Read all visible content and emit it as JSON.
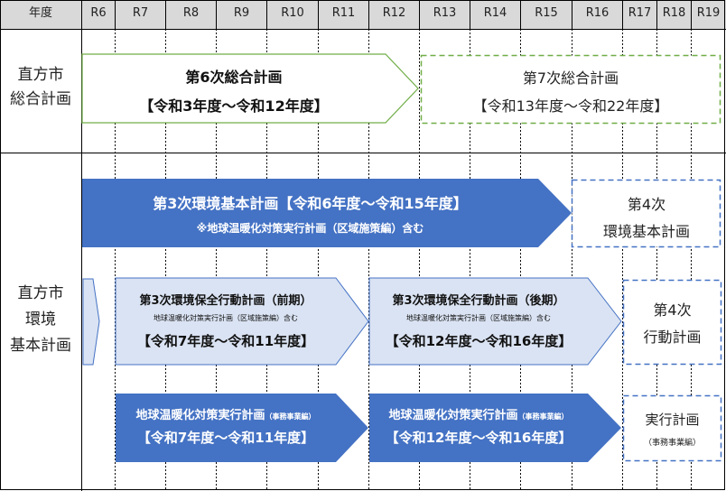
{
  "header": {
    "year_label": "年度",
    "years": [
      "R6",
      "R7",
      "R8",
      "R9",
      "R10",
      "R11",
      "R12",
      "R13",
      "R14",
      "R15",
      "R16",
      "R17",
      "R18",
      "R19"
    ]
  },
  "rows": {
    "sogo_label": [
      "直方市",
      "総合計画"
    ],
    "kankyo_label": [
      "直方市",
      "環境",
      "基本計画"
    ]
  },
  "sogo": {
    "plan6_title": "第6次総合計画",
    "plan6_period": "【令和3年度～令和12年度】",
    "plan7_title": "第7次総合計画",
    "plan7_period": "【令和13年度～令和22年度】"
  },
  "kankyo": {
    "basic3_title": "第3次環境基本計画【令和6年度～令和15年度】",
    "basic3_note": "※地球温暖化対策実行計画（区域施策編）含む",
    "basic4_line1": "第4次",
    "basic4_line2": "環境基本計画",
    "action_early_title": "第3次環境保全行動計画（前期）",
    "action_early_note": "地球温暖化対策実行計画（区域施策編）含む",
    "action_early_period": "【令和7年度～令和11年度】",
    "action_late_title": "第3次環境保全行動計画（後期）",
    "action_late_note": "地球温暖化対策実行計画（区域施策編）含む",
    "action_late_period": "【令和12年度～令和16年度】",
    "action4_line1": "第4次",
    "action4_line2": "行動計画",
    "impl_early_title": "地球温暖化対策実行計画",
    "impl_early_tag": "（事務事業編）",
    "impl_early_period": "【令和7年度～令和11年度】",
    "impl_late_title": "地球温暖化対策実行計画",
    "impl_late_tag": "（事務事業編）",
    "impl_late_period": "【令和12年度～令和16年度】",
    "impl_next_line1": "実行計画",
    "impl_next_line2": "（事務事業編）"
  },
  "colors": {
    "header_bg": "#d9d9d9",
    "dark_blue": "#4472c4",
    "light_blue": "#dae3f3",
    "green_border": "#70ad47",
    "dashed_blue": "#5b7fc4",
    "dashed_green": "#70ad47"
  }
}
